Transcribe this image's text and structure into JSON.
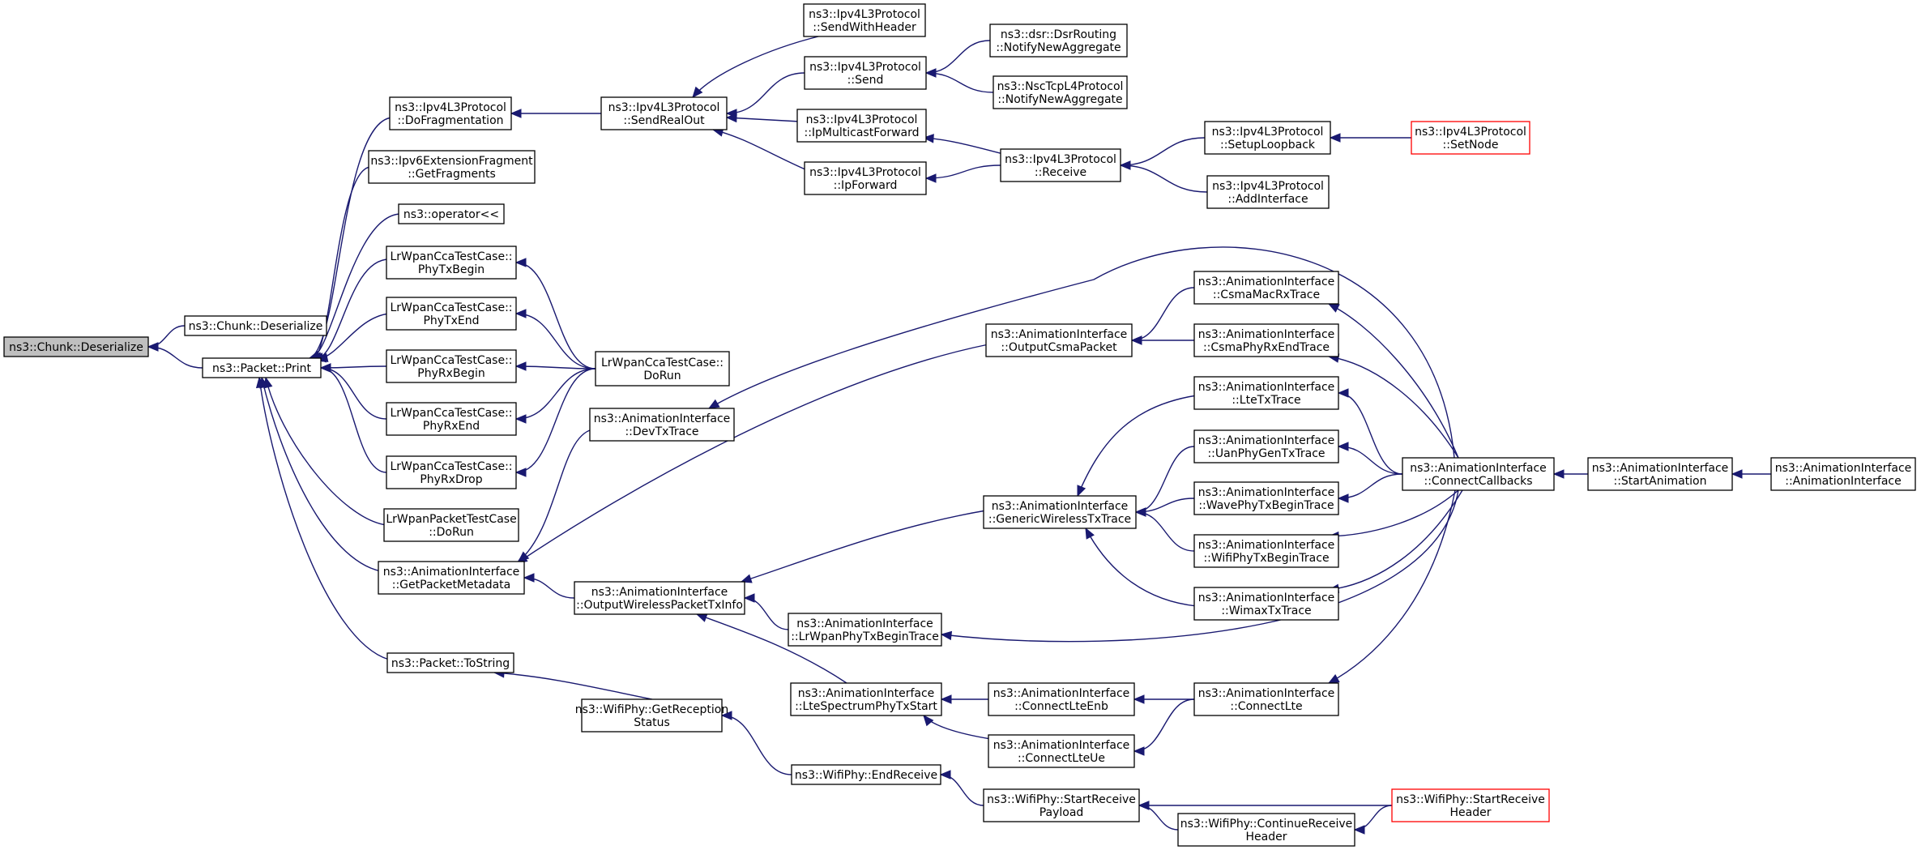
{
  "colors": {
    "edge": "#191970",
    "root_fill": "#bfbfbf",
    "truncated_border": "#ff0000"
  },
  "nodes": [
    {
      "id": "chunk_des",
      "lines": [
        "ns3::Chunk::Deserialize"
      ],
      "root": true
    },
    {
      "id": "chunk_des2",
      "lines": [
        "ns3::Chunk::Deserialize"
      ]
    },
    {
      "id": "pkt_print",
      "lines": [
        "ns3::Packet::Print"
      ]
    },
    {
      "id": "dofrag",
      "lines": [
        "ns3::Ipv4L3Protocol",
        "::DoFragmentation"
      ]
    },
    {
      "id": "ipv6frag",
      "lines": [
        "ns3::Ipv6ExtensionFragment",
        "::GetFragments"
      ]
    },
    {
      "id": "oplt",
      "lines": [
        "ns3::operator<<"
      ]
    },
    {
      "id": "cca_txbegin",
      "lines": [
        "LrWpanCcaTestCase::",
        "PhyTxBegin"
      ]
    },
    {
      "id": "cca_txend",
      "lines": [
        "LrWpanCcaTestCase::",
        "PhyTxEnd"
      ]
    },
    {
      "id": "cca_rxbegin",
      "lines": [
        "LrWpanCcaTestCase::",
        "PhyRxBegin"
      ]
    },
    {
      "id": "cca_rxend",
      "lines": [
        "LrWpanCcaTestCase::",
        "PhyRxEnd"
      ]
    },
    {
      "id": "cca_rxdrop",
      "lines": [
        "LrWpanCcaTestCase::",
        "PhyRxDrop"
      ]
    },
    {
      "id": "pkt_test",
      "lines": [
        "LrWpanPacketTestCase",
        "::DoRun"
      ]
    },
    {
      "id": "getmeta",
      "lines": [
        "ns3::AnimationInterface",
        "::GetPacketMetadata"
      ]
    },
    {
      "id": "tostring",
      "lines": [
        "ns3::Packet::ToString"
      ]
    },
    {
      "id": "sendrealout",
      "lines": [
        "ns3::Ipv4L3Protocol",
        "::SendRealOut"
      ]
    },
    {
      "id": "cca_dorun",
      "lines": [
        "LrWpanCcaTestCase::",
        "DoRun"
      ]
    },
    {
      "id": "devtx",
      "lines": [
        "ns3::AnimationInterface",
        "::DevTxTrace"
      ]
    },
    {
      "id": "outwireless",
      "lines": [
        "ns3::AnimationInterface",
        "::OutputWirelessPacketTxInfo"
      ]
    },
    {
      "id": "getrecep",
      "lines": [
        "ns3::WifiPhy::GetReception",
        "Status"
      ]
    },
    {
      "id": "sendwithheader",
      "lines": [
        "ns3::Ipv4L3Protocol",
        "::SendWithHeader"
      ]
    },
    {
      "id": "send",
      "lines": [
        "ns3::Ipv4L3Protocol",
        "::Send"
      ]
    },
    {
      "id": "ipmulti",
      "lines": [
        "ns3::Ipv4L3Protocol",
        "::IpMulticastForward"
      ]
    },
    {
      "id": "ipforward",
      "lines": [
        "ns3::Ipv4L3Protocol",
        "::IpForward"
      ]
    },
    {
      "id": "lrwpantx",
      "lines": [
        "ns3::AnimationInterface",
        "::LrWpanPhyTxBeginTrace"
      ]
    },
    {
      "id": "ltespec",
      "lines": [
        "ns3::AnimationInterface",
        "::LteSpectrumPhyTxStart"
      ]
    },
    {
      "id": "endreceive",
      "lines": [
        "ns3::WifiPhy::EndReceive"
      ]
    },
    {
      "id": "dsr",
      "lines": [
        "ns3::dsr::DsrRouting",
        "::NotifyNewAggregate"
      ]
    },
    {
      "id": "nsctcp",
      "lines": [
        "ns3::NscTcpL4Protocol",
        "::NotifyNewAggregate"
      ]
    },
    {
      "id": "receive",
      "lines": [
        "ns3::Ipv4L3Protocol",
        "::Receive"
      ]
    },
    {
      "id": "outcsma",
      "lines": [
        "ns3::AnimationInterface",
        "::OutputCsmaPacket"
      ]
    },
    {
      "id": "genwireless",
      "lines": [
        "ns3::AnimationInterface",
        "::GenericWirelessTxTrace"
      ]
    },
    {
      "id": "conlteenb",
      "lines": [
        "ns3::AnimationInterface",
        "::ConnectLteEnb"
      ]
    },
    {
      "id": "conlteue",
      "lines": [
        "ns3::AnimationInterface",
        "::ConnectLteUe"
      ]
    },
    {
      "id": "startrecpayload",
      "lines": [
        "ns3::WifiPhy::StartReceive",
        "Payload"
      ]
    },
    {
      "id": "setuploop",
      "lines": [
        "ns3::Ipv4L3Protocol",
        "::SetupLoopback"
      ]
    },
    {
      "id": "addiface",
      "lines": [
        "ns3::Ipv4L3Protocol",
        "::AddInterface"
      ]
    },
    {
      "id": "csmamacrx",
      "lines": [
        "ns3::AnimationInterface",
        "::CsmaMacRxTrace"
      ]
    },
    {
      "id": "csmaphyrx",
      "lines": [
        "ns3::AnimationInterface",
        "::CsmaPhyRxEndTrace"
      ]
    },
    {
      "id": "ltetx",
      "lines": [
        "ns3::AnimationInterface",
        "::LteTxTrace"
      ]
    },
    {
      "id": "uanphy",
      "lines": [
        "ns3::AnimationInterface",
        "::UanPhyGenTxTrace"
      ]
    },
    {
      "id": "wavephy",
      "lines": [
        "ns3::AnimationInterface",
        "::WavePhyTxBeginTrace"
      ]
    },
    {
      "id": "wifiphy",
      "lines": [
        "ns3::AnimationInterface",
        "::WifiPhyTxBeginTrace"
      ]
    },
    {
      "id": "wimax",
      "lines": [
        "ns3::AnimationInterface",
        "::WimaxTxTrace"
      ]
    },
    {
      "id": "conlte",
      "lines": [
        "ns3::AnimationInterface",
        "::ConnectLte"
      ]
    },
    {
      "id": "contrecheader",
      "lines": [
        "ns3::WifiPhy::ContinueReceive",
        "Header"
      ]
    },
    {
      "id": "setnode",
      "lines": [
        "ns3::Ipv4L3Protocol",
        "::SetNode"
      ],
      "truncated": true
    },
    {
      "id": "concallbacks",
      "lines": [
        "ns3::AnimationInterface",
        "::ConnectCallbacks"
      ]
    },
    {
      "id": "startrecheader",
      "lines": [
        "ns3::WifiPhy::StartReceive",
        "Header"
      ],
      "truncated": true
    },
    {
      "id": "startanim",
      "lines": [
        "ns3::AnimationInterface",
        "::StartAnimation"
      ]
    },
    {
      "id": "animiface",
      "lines": [
        "ns3::AnimationInterface",
        "::AnimationInterface"
      ]
    }
  ],
  "edges": [
    [
      "chunk_des2",
      "chunk_des"
    ],
    [
      "pkt_print",
      "chunk_des"
    ],
    [
      "dofrag",
      "pkt_print"
    ],
    [
      "ipv6frag",
      "pkt_print"
    ],
    [
      "oplt",
      "pkt_print"
    ],
    [
      "cca_txbegin",
      "pkt_print"
    ],
    [
      "cca_txend",
      "pkt_print"
    ],
    [
      "cca_rxbegin",
      "pkt_print"
    ],
    [
      "cca_rxend",
      "pkt_print"
    ],
    [
      "cca_rxdrop",
      "pkt_print"
    ],
    [
      "pkt_test",
      "pkt_print"
    ],
    [
      "getmeta",
      "pkt_print"
    ],
    [
      "tostring",
      "pkt_print"
    ],
    [
      "sendrealout",
      "dofrag"
    ],
    [
      "cca_dorun",
      "cca_txbegin"
    ],
    [
      "cca_dorun",
      "cca_txend"
    ],
    [
      "cca_dorun",
      "cca_rxbegin"
    ],
    [
      "cca_dorun",
      "cca_rxend"
    ],
    [
      "cca_dorun",
      "cca_rxdrop"
    ],
    [
      "devtx",
      "getmeta"
    ],
    [
      "outcsma",
      "getmeta"
    ],
    [
      "outwireless",
      "getmeta"
    ],
    [
      "getrecep",
      "tostring"
    ],
    [
      "sendwithheader",
      "sendrealout"
    ],
    [
      "send",
      "sendrealout"
    ],
    [
      "ipmulti",
      "sendrealout"
    ],
    [
      "ipforward",
      "sendrealout"
    ],
    [
      "dsr",
      "send"
    ],
    [
      "nsctcp",
      "send"
    ],
    [
      "receive",
      "ipmulti"
    ],
    [
      "receive",
      "ipforward"
    ],
    [
      "setuploop",
      "receive"
    ],
    [
      "addiface",
      "receive"
    ],
    [
      "setnode",
      "setuploop"
    ],
    [
      "concallbacks",
      "devtx"
    ],
    [
      "csmamacrx",
      "outcsma"
    ],
    [
      "csmaphyrx",
      "outcsma"
    ],
    [
      "genwireless",
      "outwireless"
    ],
    [
      "lrwpantx",
      "outwireless"
    ],
    [
      "ltespec",
      "outwireless"
    ],
    [
      "ltetx",
      "genwireless"
    ],
    [
      "uanphy",
      "genwireless"
    ],
    [
      "wavephy",
      "genwireless"
    ],
    [
      "wifiphy",
      "genwireless"
    ],
    [
      "wimax",
      "genwireless"
    ],
    [
      "concallbacks",
      "csmamacrx"
    ],
    [
      "concallbacks",
      "csmaphyrx"
    ],
    [
      "concallbacks",
      "ltetx"
    ],
    [
      "concallbacks",
      "uanphy"
    ],
    [
      "concallbacks",
      "wavephy"
    ],
    [
      "concallbacks",
      "wifiphy"
    ],
    [
      "concallbacks",
      "wimax"
    ],
    [
      "concallbacks",
      "lrwpantx"
    ],
    [
      "conlteenb",
      "ltespec"
    ],
    [
      "conlteue",
      "ltespec"
    ],
    [
      "conlte",
      "conlteenb"
    ],
    [
      "conlte",
      "conlteue"
    ],
    [
      "concallbacks",
      "conlte"
    ],
    [
      "startanim",
      "concallbacks"
    ],
    [
      "animiface",
      "startanim"
    ],
    [
      "endreceive",
      "getrecep"
    ],
    [
      "startrecpayload",
      "endreceive"
    ],
    [
      "startrecheader",
      "startrecpayload"
    ],
    [
      "contrecheader",
      "startrecpayload"
    ],
    [
      "startrecheader",
      "contrecheader"
    ]
  ]
}
